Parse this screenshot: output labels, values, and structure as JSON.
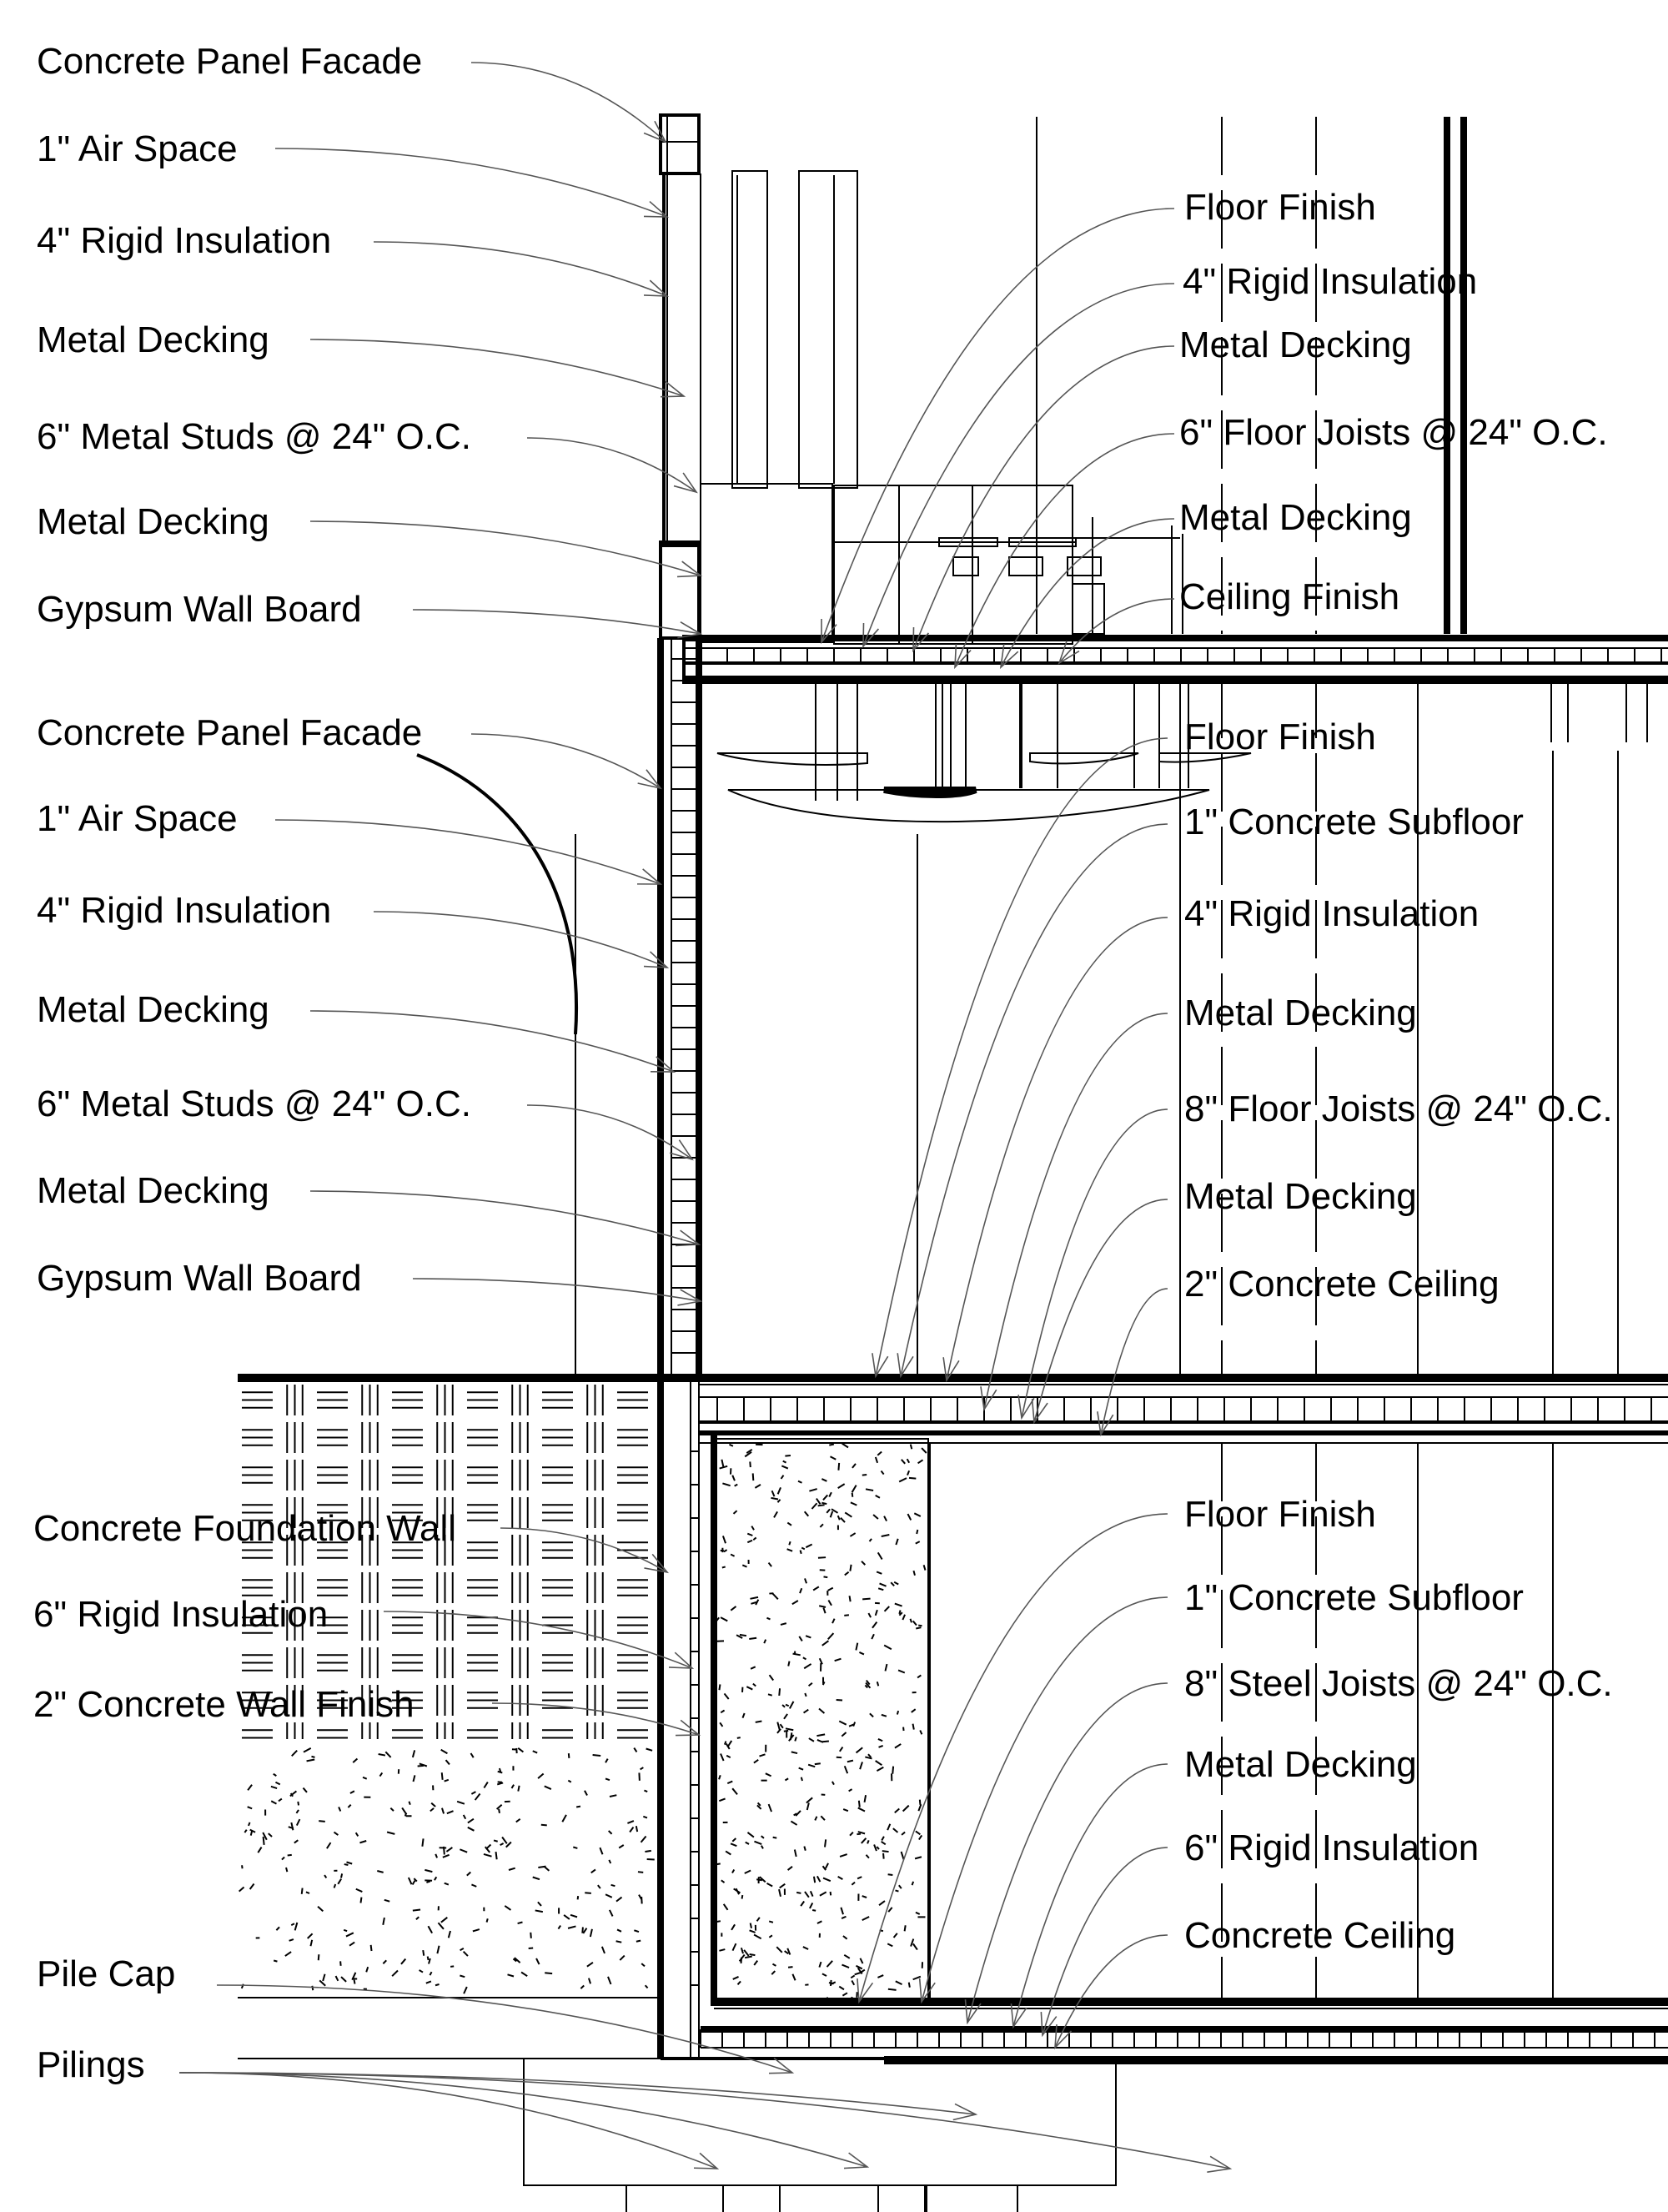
{
  "diagram": {
    "type": "architectural wall section",
    "colors": {
      "line": "#000000",
      "leader": "#555555",
      "background": "#ffffff"
    },
    "upper_wall_callouts": [
      "Concrete Panel Facade",
      "1\" Air Space",
      "4\" Rigid Insulation",
      "Metal Decking",
      "6\" Metal Studs @ 24\" O.C.",
      "Metal Decking",
      "Gypsum Wall Board"
    ],
    "roof_floor_callouts": [
      "Floor Finish",
      "4\" Rigid Insulation",
      "Metal Decking",
      "6\" Floor Joists @ 24\" O.C.",
      "Metal Decking",
      "Ceiling Finish"
    ],
    "middle_wall_callouts": [
      "Concrete Panel Facade",
      "1\" Air Space",
      "4\" Rigid Insulation",
      "Metal Decking",
      "6\" Metal Studs @ 24\" O.C.",
      "Metal Decking",
      "Gypsum Wall Board"
    ],
    "ground_floor_callouts": [
      "Floor Finish",
      "1\" Concrete Subfloor",
      "4\" Rigid Insulation",
      "Metal Decking",
      "8\" Floor Joists @ 24\" O.C.",
      "Metal Decking",
      "2\" Concrete Ceiling"
    ],
    "foundation_wall_callouts": [
      "Concrete Foundation Wall",
      "6\" Rigid Insulation",
      "2\" Concrete Wall Finish"
    ],
    "basement_floor_callouts": [
      "Floor Finish",
      "1\" Concrete Subfloor",
      "8\" Steel Joists @ 24\" O.C.",
      "Metal Decking",
      "6\" Rigid Insulation",
      "Concrete Ceiling"
    ],
    "pile_callouts": [
      "Pile Cap",
      "Pilings"
    ]
  }
}
